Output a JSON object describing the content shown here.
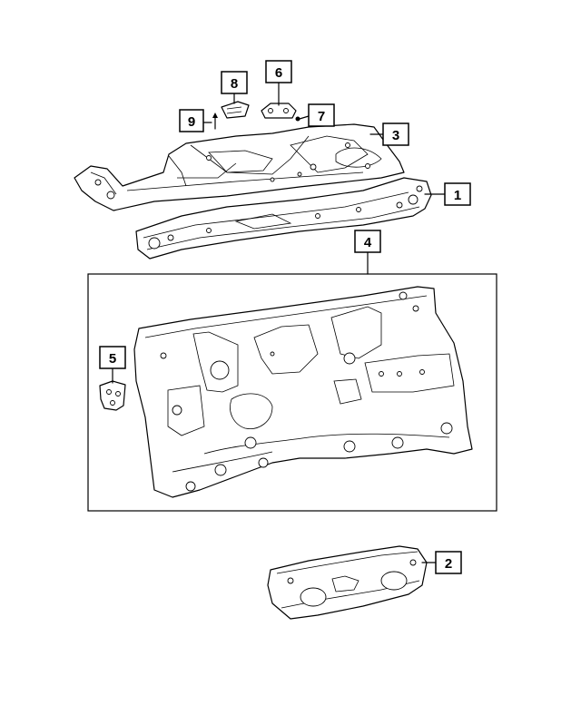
{
  "callouts": [
    {
      "id": "c1",
      "label": "1"
    },
    {
      "id": "c2",
      "label": "2"
    },
    {
      "id": "c3",
      "label": "3"
    },
    {
      "id": "c4",
      "label": "4"
    },
    {
      "id": "c5",
      "label": "5"
    },
    {
      "id": "c6",
      "label": "6"
    },
    {
      "id": "c7",
      "label": "7"
    },
    {
      "id": "c8",
      "label": "8"
    },
    {
      "id": "c9",
      "label": "9"
    }
  ],
  "colors": {
    "ink": "#000000",
    "paper": "#ffffff"
  }
}
